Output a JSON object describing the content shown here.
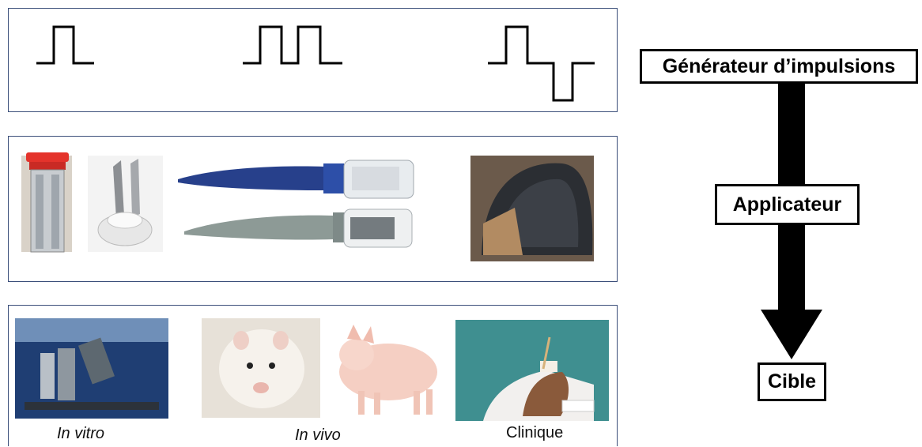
{
  "flow": {
    "generator_label": "Générateur d’impulsions",
    "applicator_label": "Applicateur",
    "target_label": "Cible"
  },
  "targets": {
    "in_vitro_label": "In vitro",
    "in_vivo_label": "In vivo",
    "clinical_label": "Clinique"
  },
  "pulses": [
    "single-monopolar-pulse",
    "double-monopolar-pulse",
    "bipolar-pulse"
  ],
  "applicators": [
    "cuvette",
    "plate-electrode",
    "needle-electrode-applicator",
    "hemispherical-applicator"
  ],
  "colors": {
    "panel_border": "#3b4f7a",
    "arrow": "#000000"
  }
}
